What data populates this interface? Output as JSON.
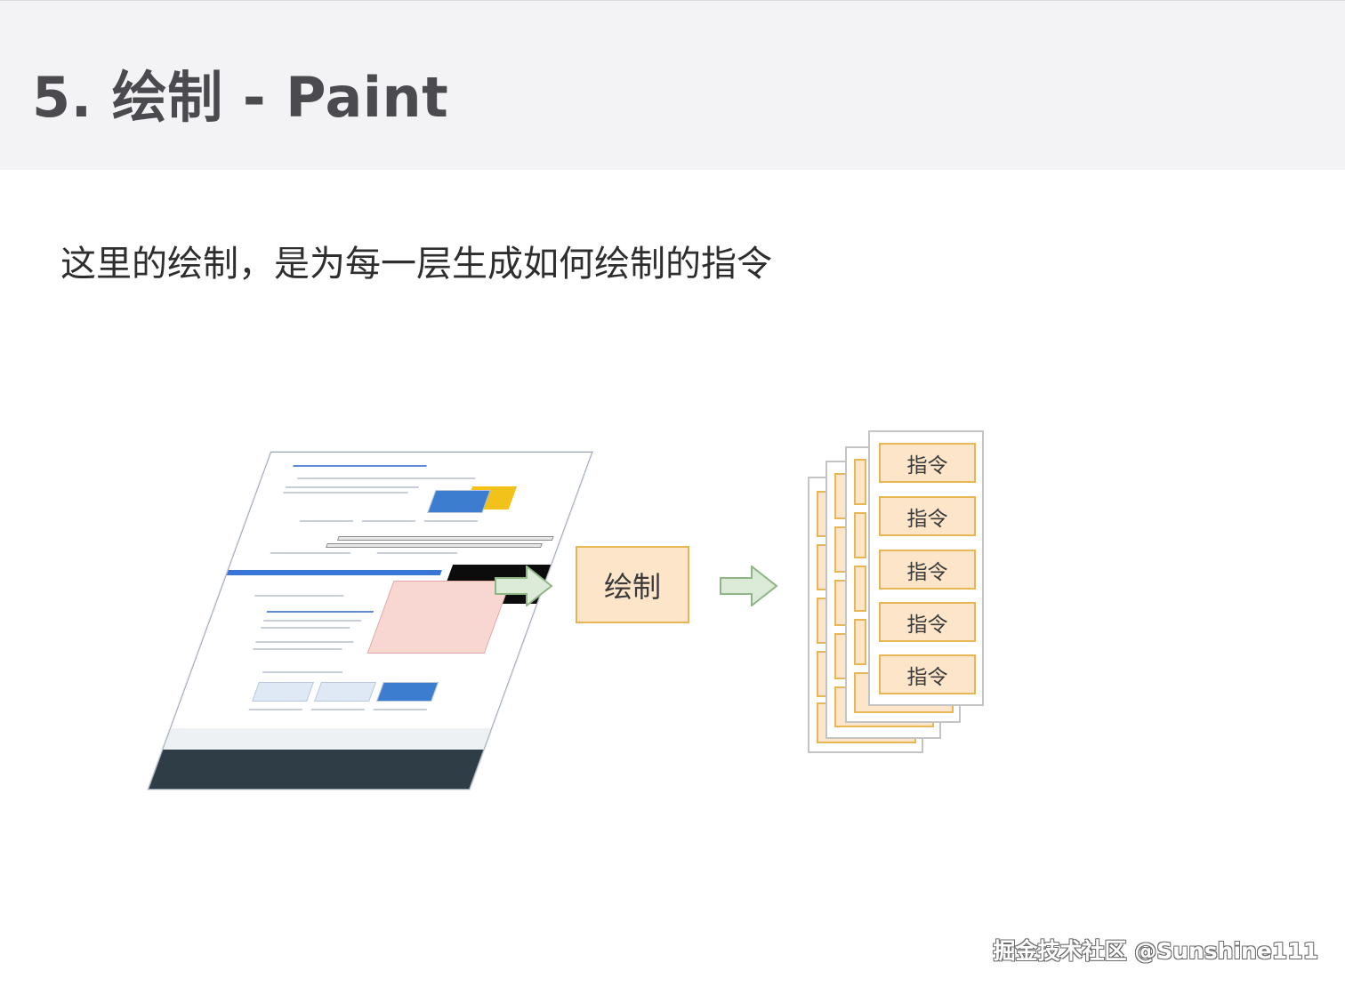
{
  "header": {
    "title": "5. 绘制 - Paint"
  },
  "content": {
    "subtitle": "这里的绘制，是为每一层生成如何绘制的指令"
  },
  "diagram": {
    "process_label": "绘制",
    "instructions": [
      "指令",
      "指令",
      "指令",
      "指令",
      "指令"
    ],
    "colors": {
      "box_fill": "#fde5c9",
      "box_border": "#e8b655",
      "arrow_fill": "#dcebd7",
      "arrow_border": "#8fb486"
    }
  },
  "watermark": {
    "text": "掘金技术社区 @Sunshine111"
  }
}
